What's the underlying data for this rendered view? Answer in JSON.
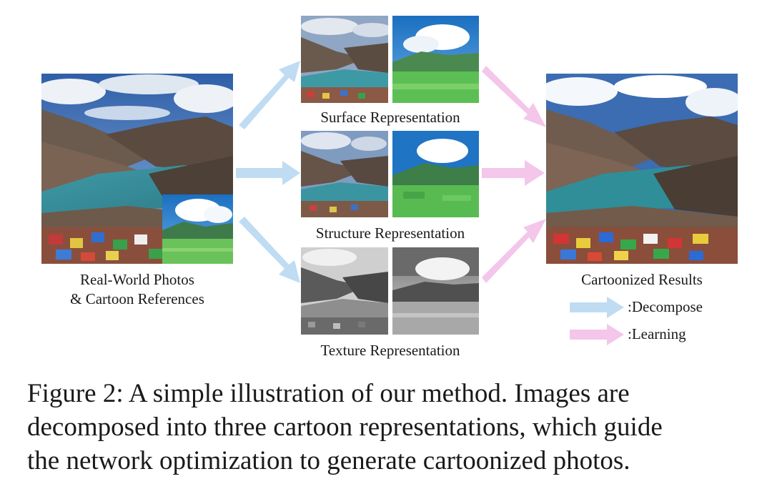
{
  "figure": {
    "input_label_line1": "Real-World Photos",
    "input_label_line2": "& Cartoon References",
    "surface_label": "Surface Representation",
    "structure_label": "Structure Representation",
    "texture_label": "Texture Representation",
    "output_label": "Cartoonized Results",
    "legend": {
      "decompose_label": ":Decompose",
      "learning_label": ":Learning"
    },
    "colors": {
      "decompose_arrow": "#bfdcf3",
      "learning_arrow": "#f3c6ea"
    }
  },
  "caption": {
    "line1": "Figure 2:  A simple illustration of our method.  Images are",
    "line2": "decomposed into three cartoon representations, which guide",
    "line3": "the network optimization to generate cartoonized photos."
  }
}
